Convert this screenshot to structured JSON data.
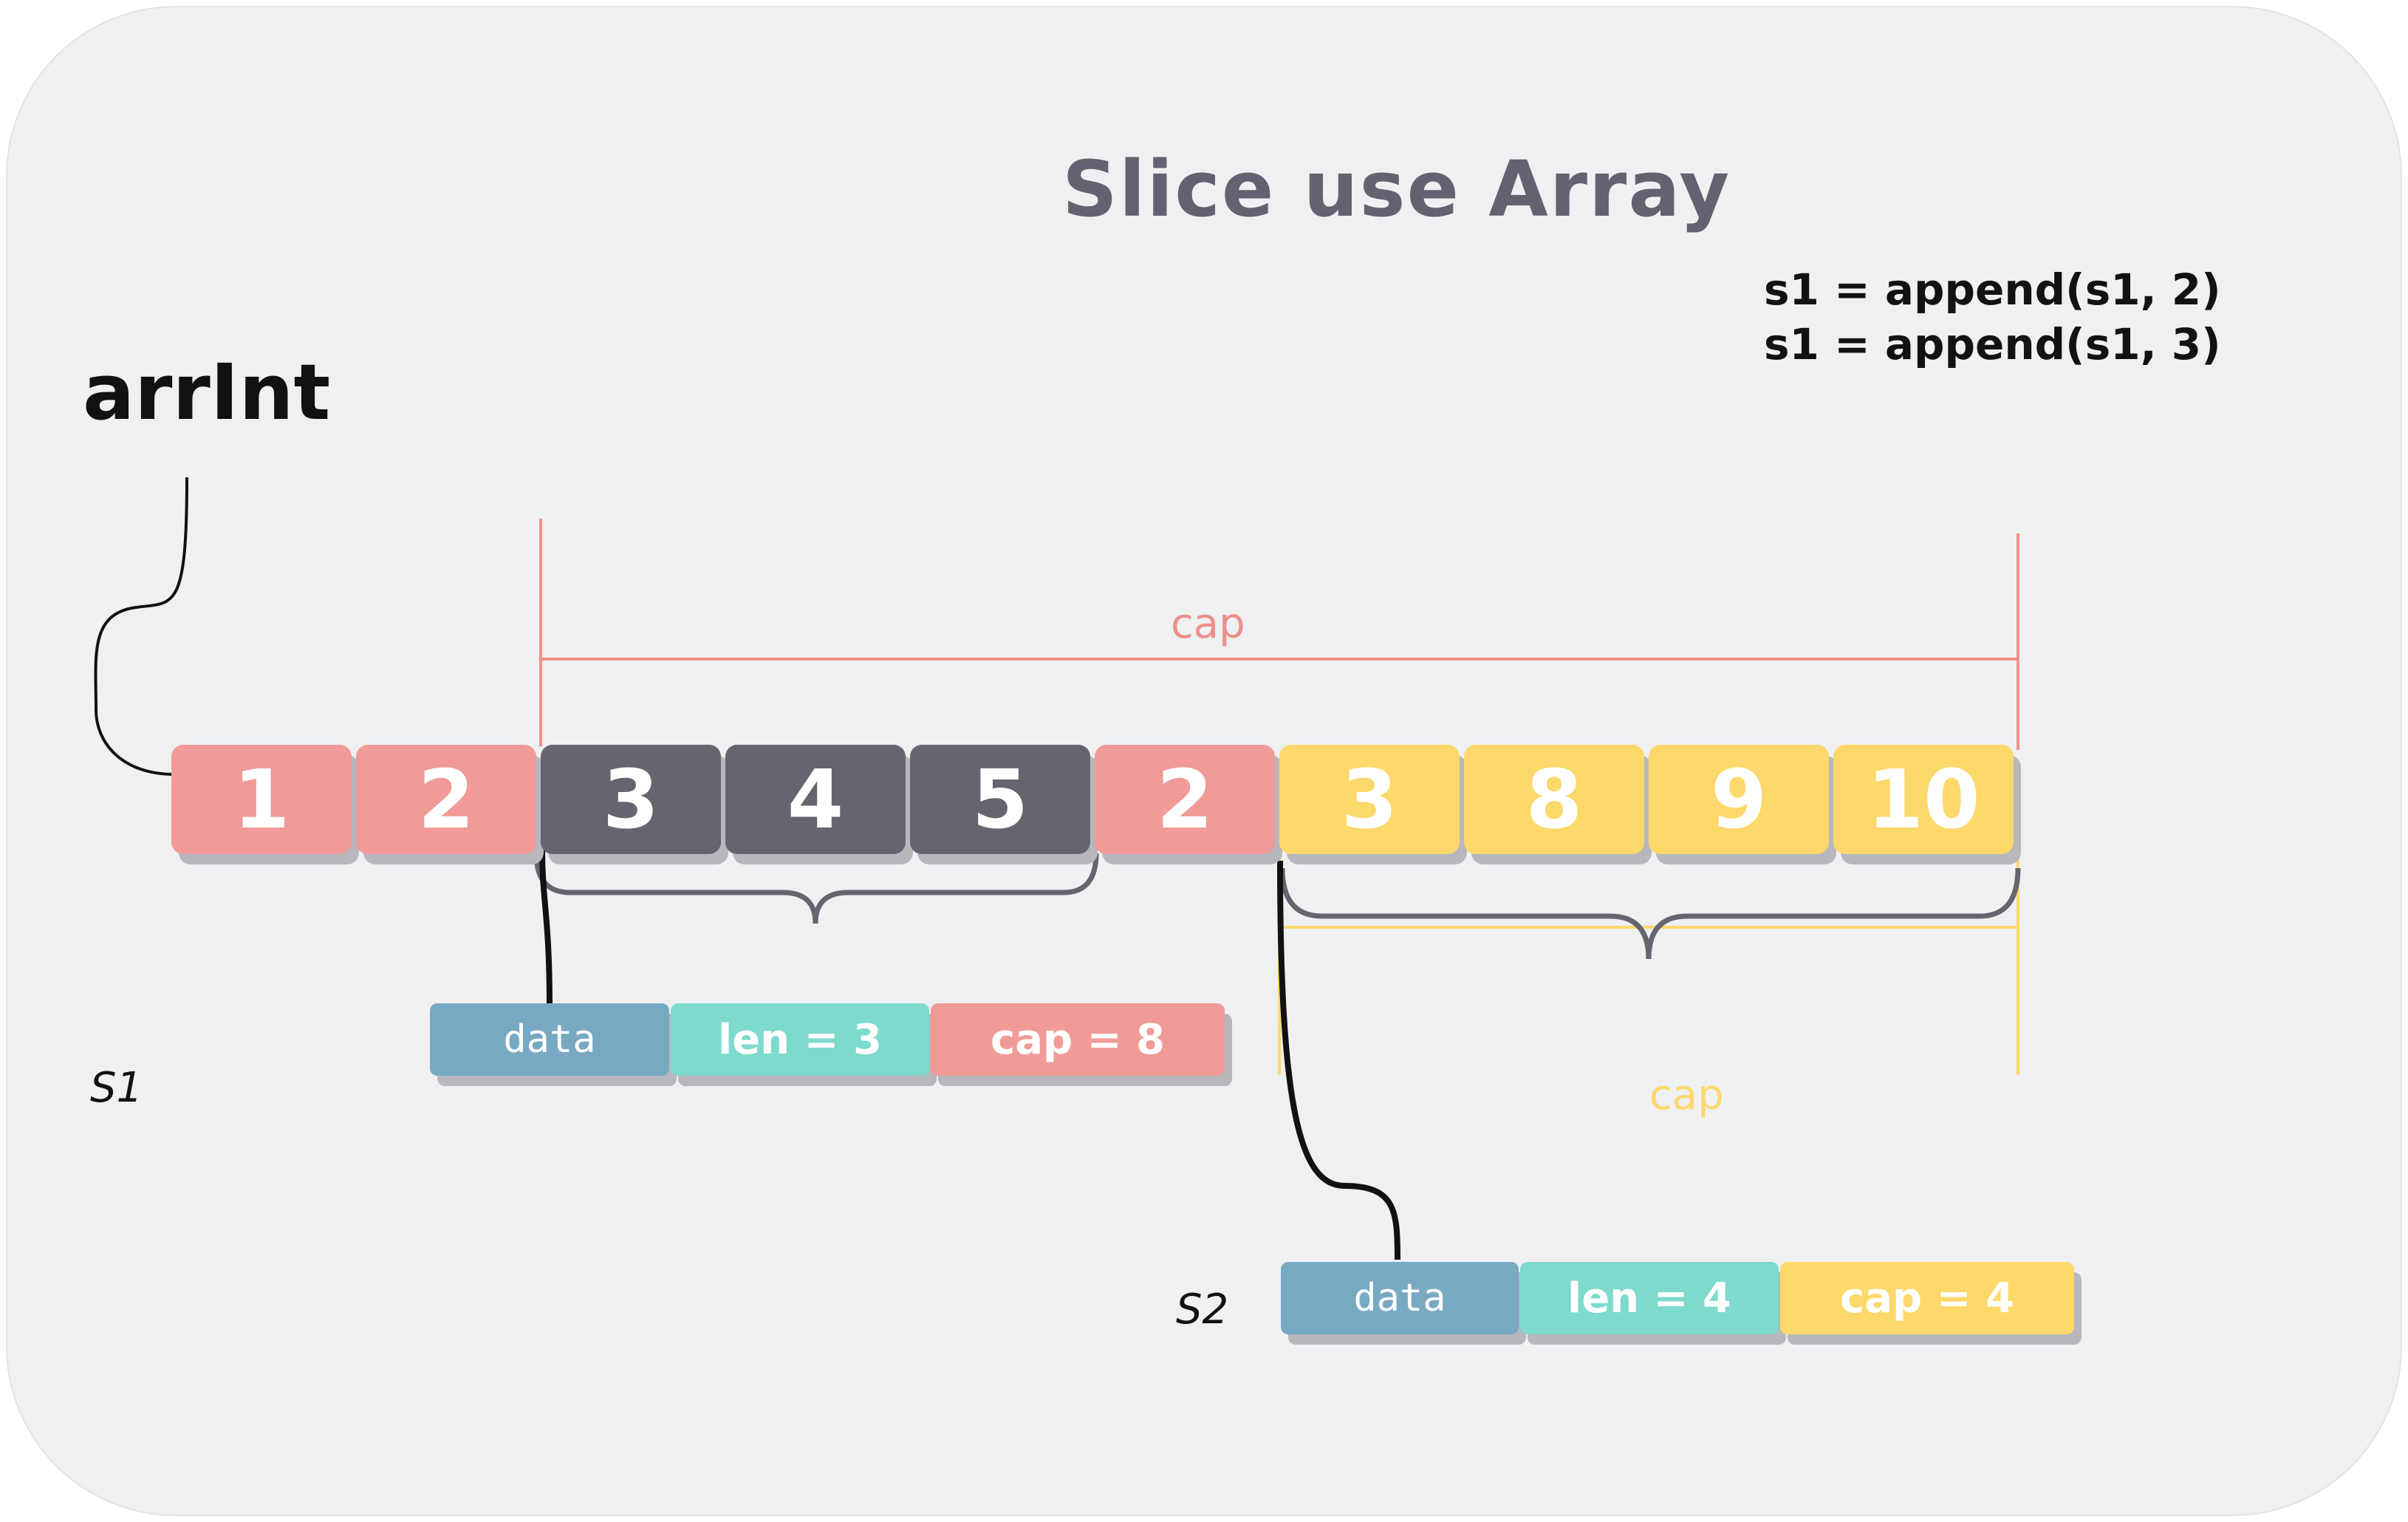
{
  "title": "Slice use Array",
  "code": [
    "s1 = append(s1, 2)",
    "s1 = append(s1, 3)"
  ],
  "array": {
    "name": "arrInt",
    "cells": [
      {
        "value": "1",
        "color": "#f09b97"
      },
      {
        "value": "2",
        "color": "#f09b97"
      },
      {
        "value": "3",
        "color": "#66656f"
      },
      {
        "value": "4",
        "color": "#66656f"
      },
      {
        "value": "5",
        "color": "#66656f"
      },
      {
        "value": "2",
        "color": "#f09b97"
      },
      {
        "value": "3",
        "color": "#fdd86a"
      },
      {
        "value": "8",
        "color": "#fdd86a"
      },
      {
        "value": "9",
        "color": "#fdd86a"
      },
      {
        "value": "10",
        "color": "#fdd86a"
      }
    ]
  },
  "s1": {
    "label": "S1",
    "data": "data",
    "len": "len = 3",
    "cap": "cap = 8",
    "cap_marker": "cap"
  },
  "s2": {
    "label": "S2",
    "data": "data",
    "len": "len = 4",
    "cap": "cap = 4",
    "cap_marker": "cap"
  },
  "colors": {
    "pink": "#f09b97",
    "dark": "#66656f",
    "yellow": "#fdd86a",
    "blue": "#78a9c3",
    "teal": "#7ddacc",
    "background": "#eff0f2"
  }
}
